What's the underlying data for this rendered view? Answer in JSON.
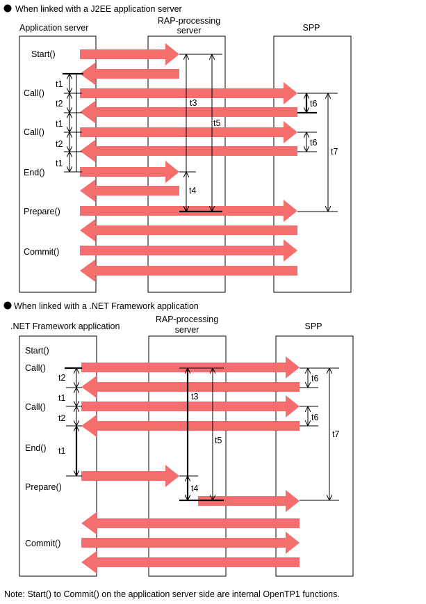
{
  "colors": {
    "arrow": "#f56e6e",
    "line": "#000000",
    "background": "#ffffff"
  },
  "icons": {
    "bullet": "filled-circle-bullet-icon"
  },
  "section1": {
    "heading": "When linked with a J2EE application server",
    "columns": {
      "app": "Application server",
      "rap_line1": "RAP-processing",
      "rap_line2": "server",
      "spp": "SPP"
    },
    "calls": [
      "Start()",
      "Call()",
      "Call()",
      "End()",
      "Prepare()",
      "Commit()"
    ],
    "t_left": [
      "t1",
      "t2",
      "t1",
      "t2",
      "t1"
    ],
    "t3": "t3",
    "t4": "t4",
    "t5": "t5",
    "t6a": "t6",
    "t6b": "t6",
    "t7": "t7"
  },
  "section2": {
    "heading": "When linked with a .NET Framework application",
    "columns": {
      "app": ".NET Framework application",
      "rap_line1": "RAP-processing",
      "rap_line2": "server",
      "spp": "SPP"
    },
    "calls": [
      "Start()",
      "Call()",
      "Call()",
      "End()",
      "Prepare()",
      "Commit()"
    ],
    "t_left": [
      "t2",
      "t1",
      "t2",
      "t1"
    ],
    "t3": "t3",
    "t4": "t4",
    "t5": "t5",
    "t6a": "t6",
    "t6b": "t6",
    "t7": "t7"
  },
  "note": "Note: Start() to Commit() on the application server side are internal OpenTP1 functions."
}
